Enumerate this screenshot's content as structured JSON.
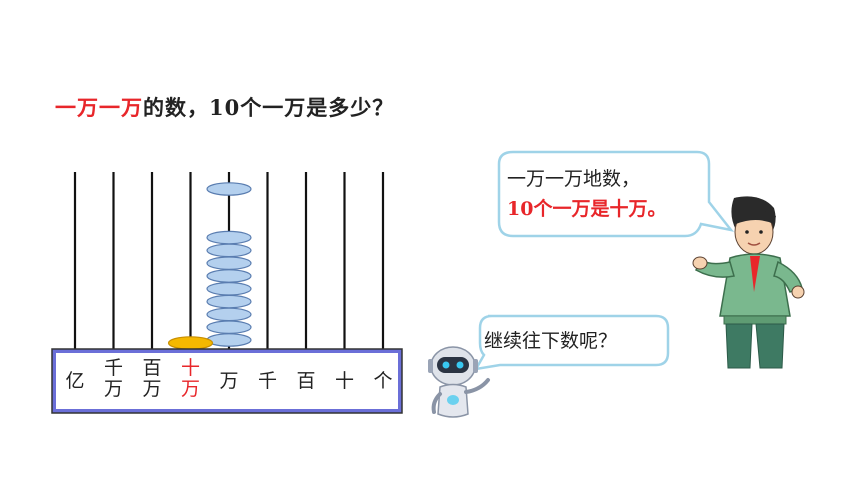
{
  "question": {
    "highlight": "一万一万",
    "rest": "的数，10个一万是多少？"
  },
  "abacus": {
    "place_labels": [
      {
        "lines": [
          "亿"
        ],
        "highlight": false
      },
      {
        "lines": [
          "千",
          "万"
        ],
        "highlight": false
      },
      {
        "lines": [
          "百",
          "万"
        ],
        "highlight": false
      },
      {
        "lines": [
          "十",
          "万"
        ],
        "highlight": true
      },
      {
        "lines": [
          "万"
        ],
        "highlight": false
      },
      {
        "lines": [
          "千"
        ],
        "highlight": false
      },
      {
        "lines": [
          "百"
        ],
        "highlight": false
      },
      {
        "lines": [
          "十"
        ],
        "highlight": false
      },
      {
        "lines": [
          "个"
        ],
        "highlight": false
      }
    ],
    "beads": {
      "ten_thousands": 10,
      "hundred_thousands": 1
    },
    "colors": {
      "frame": "#6b6fd8",
      "frame_border": "#333333",
      "bead": "#b4d0ee",
      "bead_border": "#5a7db0",
      "highlight_bead": "#f5b800"
    }
  },
  "boy_bubble": {
    "line1": "一万一万地数，",
    "line2": "10个一万是十万。"
  },
  "robot_bubble": {
    "text": "继续往下数呢？"
  },
  "colors": {
    "highlight": "#e8262a",
    "bubble_border": "#9fd3e8"
  }
}
